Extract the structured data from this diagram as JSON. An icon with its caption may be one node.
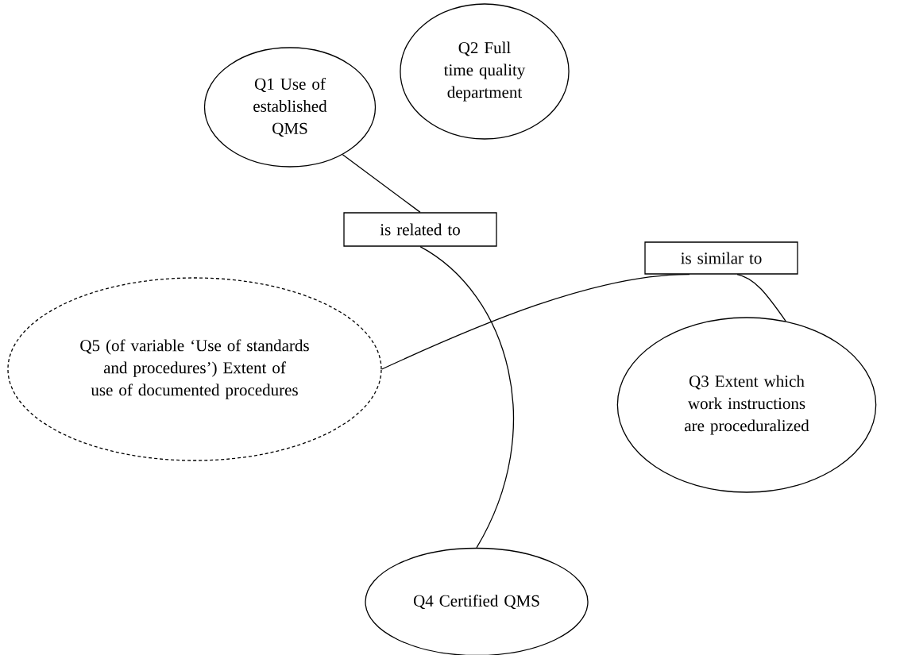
{
  "diagram": {
    "nodes": [
      {
        "text": [
          "Q1 Use of established QMS"
        ]
      },
      {
        "text": [
          "Q2 Full time quality department"
        ]
      },
      {
        "text": [
          "is related to"
        ]
      },
      {
        "text": [
          "is similar to"
        ]
      },
      {
        "text": [
          "Q5 (of variable ‘Use of standards and procedures’) Extent of use of documented procedures"
        ]
      },
      {
        "text": [
          "Q3 Extent which work instructions are proceduralized"
        ]
      },
      {
        "text": [
          "Q4 Certified QMS"
        ]
      }
    ],
    "edges": [
      {
        "from": 0,
        "to": 2,
        "arrow": "none"
      },
      {
        "from": 2,
        "to": 6,
        "arrow": "none"
      },
      {
        "from": 4,
        "to": 3,
        "arrow": "none"
      },
      {
        "from": 3,
        "to": 5,
        "arrow": "none"
      }
    ]
  }
}
